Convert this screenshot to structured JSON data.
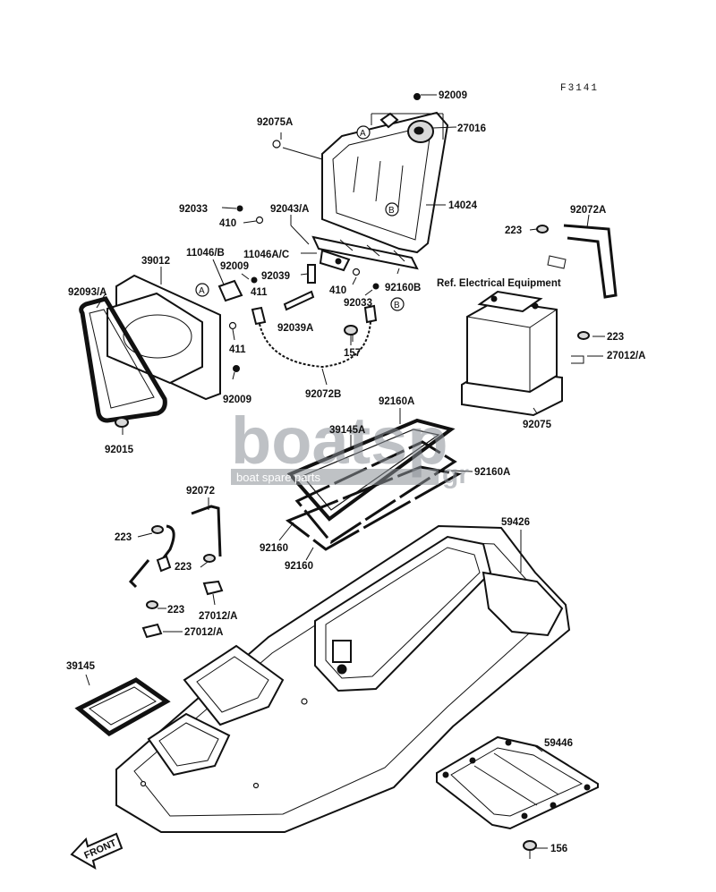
{
  "diagram": {
    "code": "F3141",
    "ref_note": "Ref. Electrical Equipment",
    "front_label": "FRONT",
    "callouts": [
      "A",
      "B"
    ],
    "watermark": {
      "main": "boatsp",
      "suffix": "gr",
      "tagline": "boat spare parts"
    },
    "labels": [
      {
        "id": "l1",
        "text": "92009"
      },
      {
        "id": "l2",
        "text": "27016"
      },
      {
        "id": "l3",
        "text": "92075A"
      },
      {
        "id": "l4",
        "text": "14024"
      },
      {
        "id": "l5",
        "text": "92033"
      },
      {
        "id": "l6",
        "text": "410"
      },
      {
        "id": "l7",
        "text": "92043/A"
      },
      {
        "id": "l8",
        "text": "11046/B"
      },
      {
        "id": "l9",
        "text": "11046A/C"
      },
      {
        "id": "l10",
        "text": "39012"
      },
      {
        "id": "l11",
        "text": "92009"
      },
      {
        "id": "l12",
        "text": "92039"
      },
      {
        "id": "l13",
        "text": "92093/A"
      },
      {
        "id": "l14",
        "text": "411"
      },
      {
        "id": "l15",
        "text": "410"
      },
      {
        "id": "l16",
        "text": "92160B"
      },
      {
        "id": "l17",
        "text": "92033"
      },
      {
        "id": "l18",
        "text": "92039A"
      },
      {
        "id": "l19",
        "text": "411"
      },
      {
        "id": "l20",
        "text": "157"
      },
      {
        "id": "l21",
        "text": "92009"
      },
      {
        "id": "l22",
        "text": "92072B"
      },
      {
        "id": "l23",
        "text": "92015"
      },
      {
        "id": "l24",
        "text": "223"
      },
      {
        "id": "l25",
        "text": "92072A"
      },
      {
        "id": "l26",
        "text": "223"
      },
      {
        "id": "l27",
        "text": "27012/A"
      },
      {
        "id": "l28",
        "text": "92075"
      },
      {
        "id": "l29",
        "text": "92160A"
      },
      {
        "id": "l30",
        "text": "39145A"
      },
      {
        "id": "l31",
        "text": "92160A"
      },
      {
        "id": "l32",
        "text": "92072"
      },
      {
        "id": "l33",
        "text": "223"
      },
      {
        "id": "l34",
        "text": "223"
      },
      {
        "id": "l35",
        "text": "92160"
      },
      {
        "id": "l36",
        "text": "92160"
      },
      {
        "id": "l37",
        "text": "59426"
      },
      {
        "id": "l38",
        "text": "223"
      },
      {
        "id": "l39",
        "text": "27012/A"
      },
      {
        "id": "l40",
        "text": "27012/A"
      },
      {
        "id": "l41",
        "text": "39145"
      },
      {
        "id": "l42",
        "text": "59446"
      },
      {
        "id": "l43",
        "text": "156"
      }
    ]
  }
}
